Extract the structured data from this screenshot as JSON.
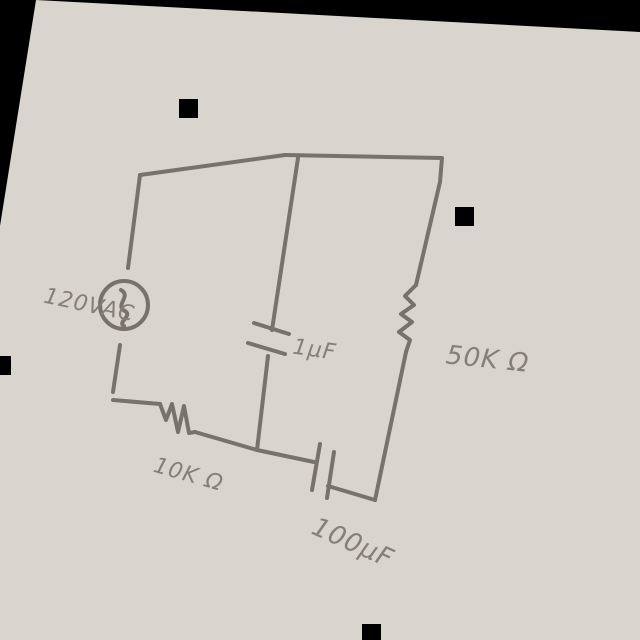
{
  "labels": {
    "source": "120VAC",
    "capacitor_top": "1µF",
    "resistor_right": "50K Ω",
    "resistor_bottom": "10K Ω",
    "capacitor_bottom": "100µF"
  },
  "colors": {
    "paper": "#d9d4cd",
    "ink": "#77726a",
    "background": "#000000"
  }
}
